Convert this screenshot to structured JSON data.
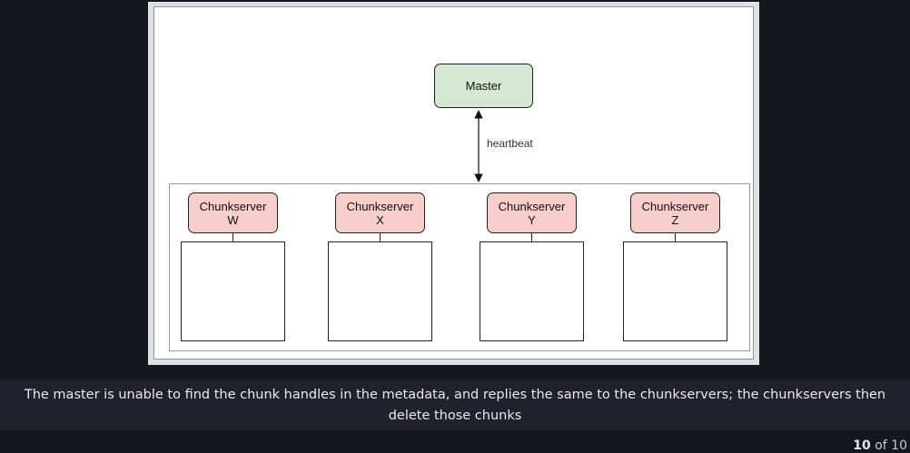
{
  "diagram": {
    "master_label": "Master",
    "edge_label": "heartbeat",
    "chunkservers": [
      {
        "line1": "Chunkserver",
        "line2": "W"
      },
      {
        "line1": "Chunkserver",
        "line2": "X"
      },
      {
        "line1": "Chunkserver",
        "line2": "Y"
      },
      {
        "line1": "Chunkserver",
        "line2": "Z"
      }
    ],
    "colors": {
      "master_fill": "#d5e8d4",
      "chunkserver_fill": "#f8cecc"
    }
  },
  "caption": {
    "text": "The master is unable to find the chunk handles in the metadata, and replies the same to the chunkservers; the chunkservers then delete those chunks"
  },
  "pager": {
    "current": "10",
    "of_label": "of",
    "total": "10"
  }
}
